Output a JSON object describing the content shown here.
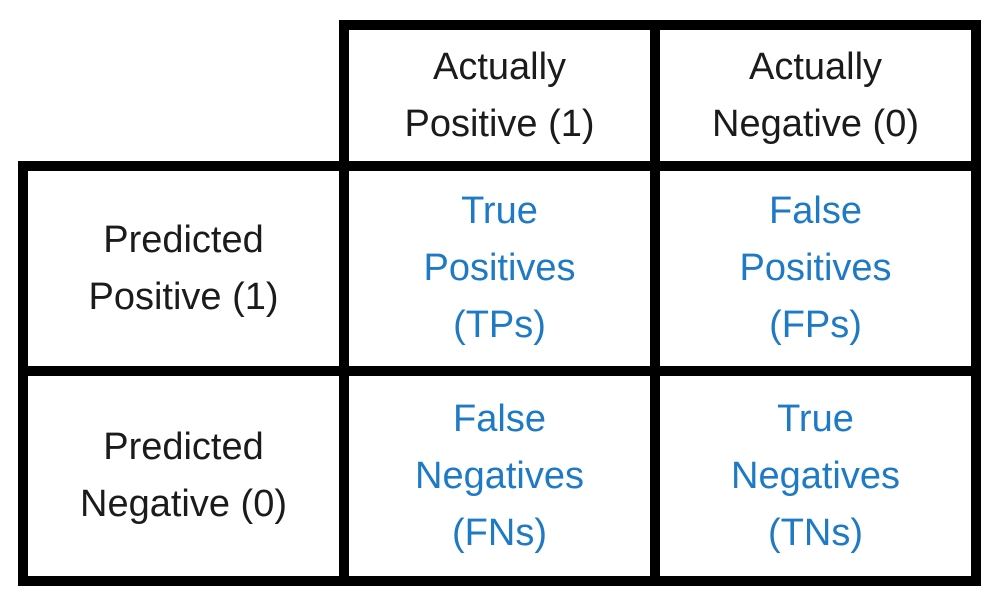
{
  "diagram": {
    "title": "confusion-matrix",
    "colors": {
      "border": "#000000",
      "header_text": "#1b1b1b",
      "value_text": "#1f7ac6",
      "background": "#ffffff"
    },
    "corner": "",
    "column_headers": [
      {
        "lines": [
          "Actually",
          "Positive (1)"
        ]
      },
      {
        "lines": [
          "Actually",
          "Negative (0)"
        ]
      }
    ],
    "row_headers": [
      {
        "lines": [
          "Predicted",
          "Positive (1)"
        ]
      },
      {
        "lines": [
          "Predicted",
          "Negative (0)"
        ]
      }
    ],
    "cells": [
      [
        {
          "lines": [
            "True",
            "Positives",
            "(TPs)"
          ]
        },
        {
          "lines": [
            "False",
            "Positives",
            "(FPs)"
          ]
        }
      ],
      [
        {
          "lines": [
            "False",
            "Negatives",
            "(FNs)"
          ]
        },
        {
          "lines": [
            "True",
            "Negatives",
            "(TNs)"
          ]
        }
      ]
    ]
  }
}
